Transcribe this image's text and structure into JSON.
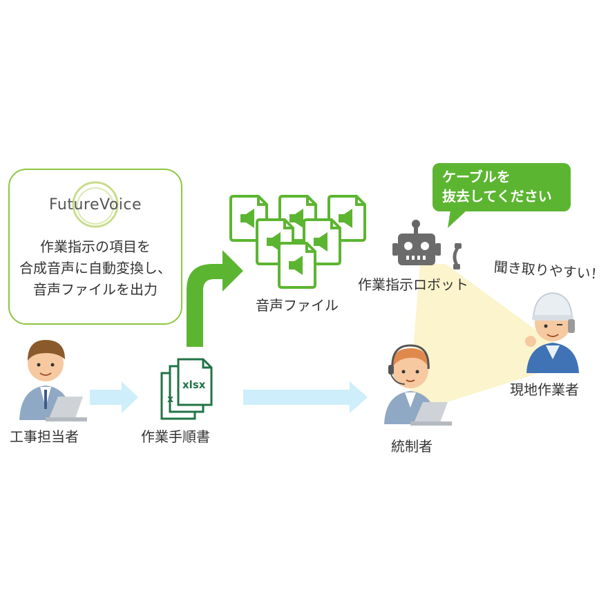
{
  "logo": {
    "text": "FutureVoice"
  },
  "description": {
    "line1": "作業指示の項目を",
    "line2": "合成音声に自動変換し、",
    "line3": "音声ファイルを出力"
  },
  "labels": {
    "audio_files": "音声ファイル",
    "robot": "作業指示ロボット",
    "field_worker": "現地作業者",
    "construction_manager": "工事担当者",
    "procedure": "作業手順書",
    "controller": "統制者",
    "xlsx": "xlsx"
  },
  "speech_bubble": {
    "line1": "ケーブルを",
    "line2": "抜去してください"
  },
  "exclamation": "聞き取りやすい！",
  "colors": {
    "accent": "#5cb531",
    "arrow_light": "#cdeefa",
    "excel_green": "#217346",
    "beam": "#fbf3c7"
  }
}
